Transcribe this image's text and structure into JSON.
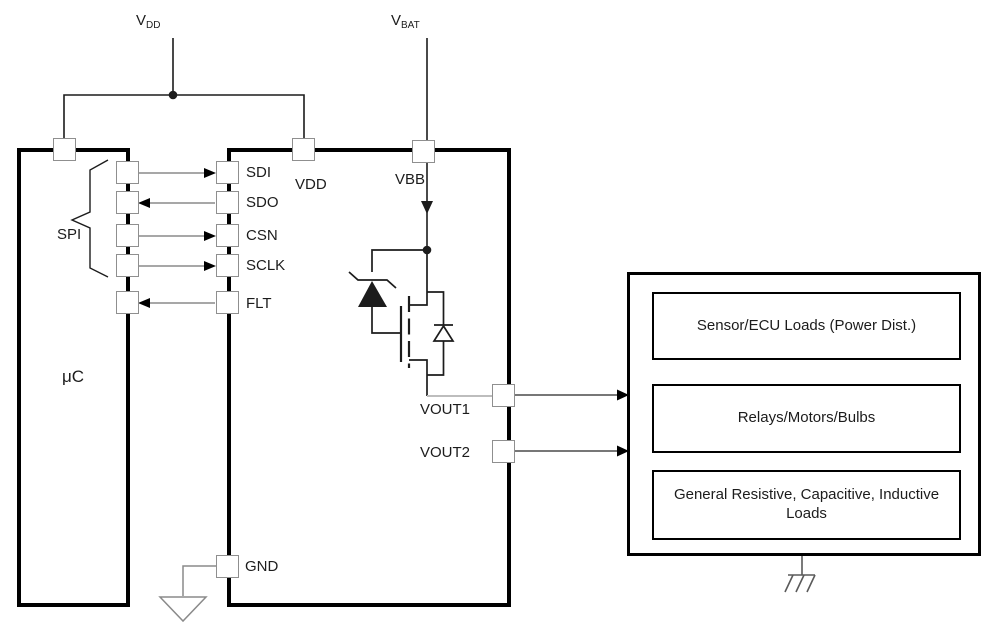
{
  "supplies": {
    "vdd": {
      "main": "V",
      "sub": "DD"
    },
    "vbat": {
      "main": "V",
      "sub": "BAT"
    }
  },
  "mcu": {
    "label": "μC"
  },
  "spi": {
    "group_label": "SPI"
  },
  "pins": {
    "sdi": "SDI",
    "sdo": "SDO",
    "csn": "CSN",
    "sclk": "SCLK",
    "flt": "FLT",
    "vdd": "VDD",
    "vbb": "VBB",
    "vout1": "VOUT1",
    "vout2": "VOUT2",
    "gnd": "GND"
  },
  "loads": {
    "items": [
      "Sensor/ECU Loads (Power Dist.)",
      "Relays/Motors/Bulbs",
      "General Resistive, Capacitive, Inductive Loads"
    ]
  },
  "colors": {
    "background": "#ffffff",
    "outline_black": "#000000",
    "wire_black": "#1c1c1c",
    "wire_gray": "#8a8a8a",
    "wire_light_gray": "#bdbdbd",
    "pin_border_gray": "#8f8f8f"
  }
}
